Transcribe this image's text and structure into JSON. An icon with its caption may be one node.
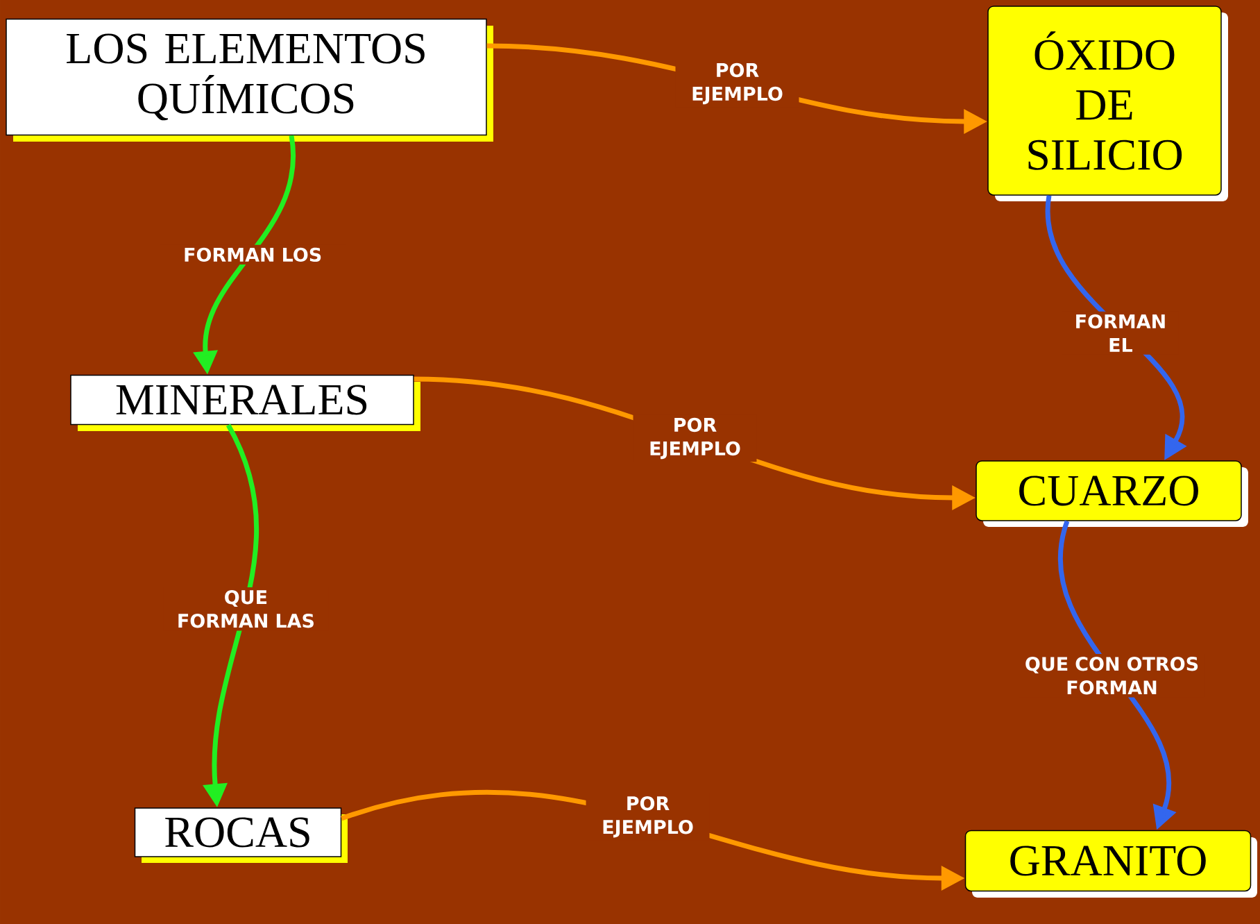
{
  "diagram": {
    "nodes": [
      {
        "text": [
          "LOS ELEMENTOS QUÍMICOS"
        ]
      },
      {
        "text": [
          "ÓXIDO DE SILICIO"
        ]
      },
      {
        "text": [
          "MINERALES"
        ]
      },
      {
        "text": [
          "CUARZO"
        ]
      },
      {
        "text": [
          "ROCAS"
        ]
      },
      {
        "text": [
          "GRANITO"
        ]
      }
    ],
    "edges": [
      {
        "from": 0,
        "to": 1,
        "arrow": "to",
        "label": "POR EJEMPLO"
      },
      {
        "from": 0,
        "to": 2,
        "arrow": "to",
        "label": "FORMAN LOS",
        "color": "#22ee22"
      },
      {
        "from": 1,
        "to": 3,
        "arrow": "to",
        "label": "FORMAN EL",
        "color": "#3366ee"
      },
      {
        "from": 2,
        "to": 3,
        "arrow": "to",
        "label": "POR EJEMPLO"
      },
      {
        "from": 2,
        "to": 4,
        "arrow": "to",
        "label": "QUE FORMAN LAS",
        "color": "#22ee22"
      },
      {
        "from": 3,
        "to": 5,
        "arrow": "to",
        "label": "QUE CON OTROS FORMAN",
        "color": "#3366ee"
      },
      {
        "from": 4,
        "to": 5,
        "arrow": "to",
        "label": "POR EJEMPLO"
      }
    ]
  }
}
